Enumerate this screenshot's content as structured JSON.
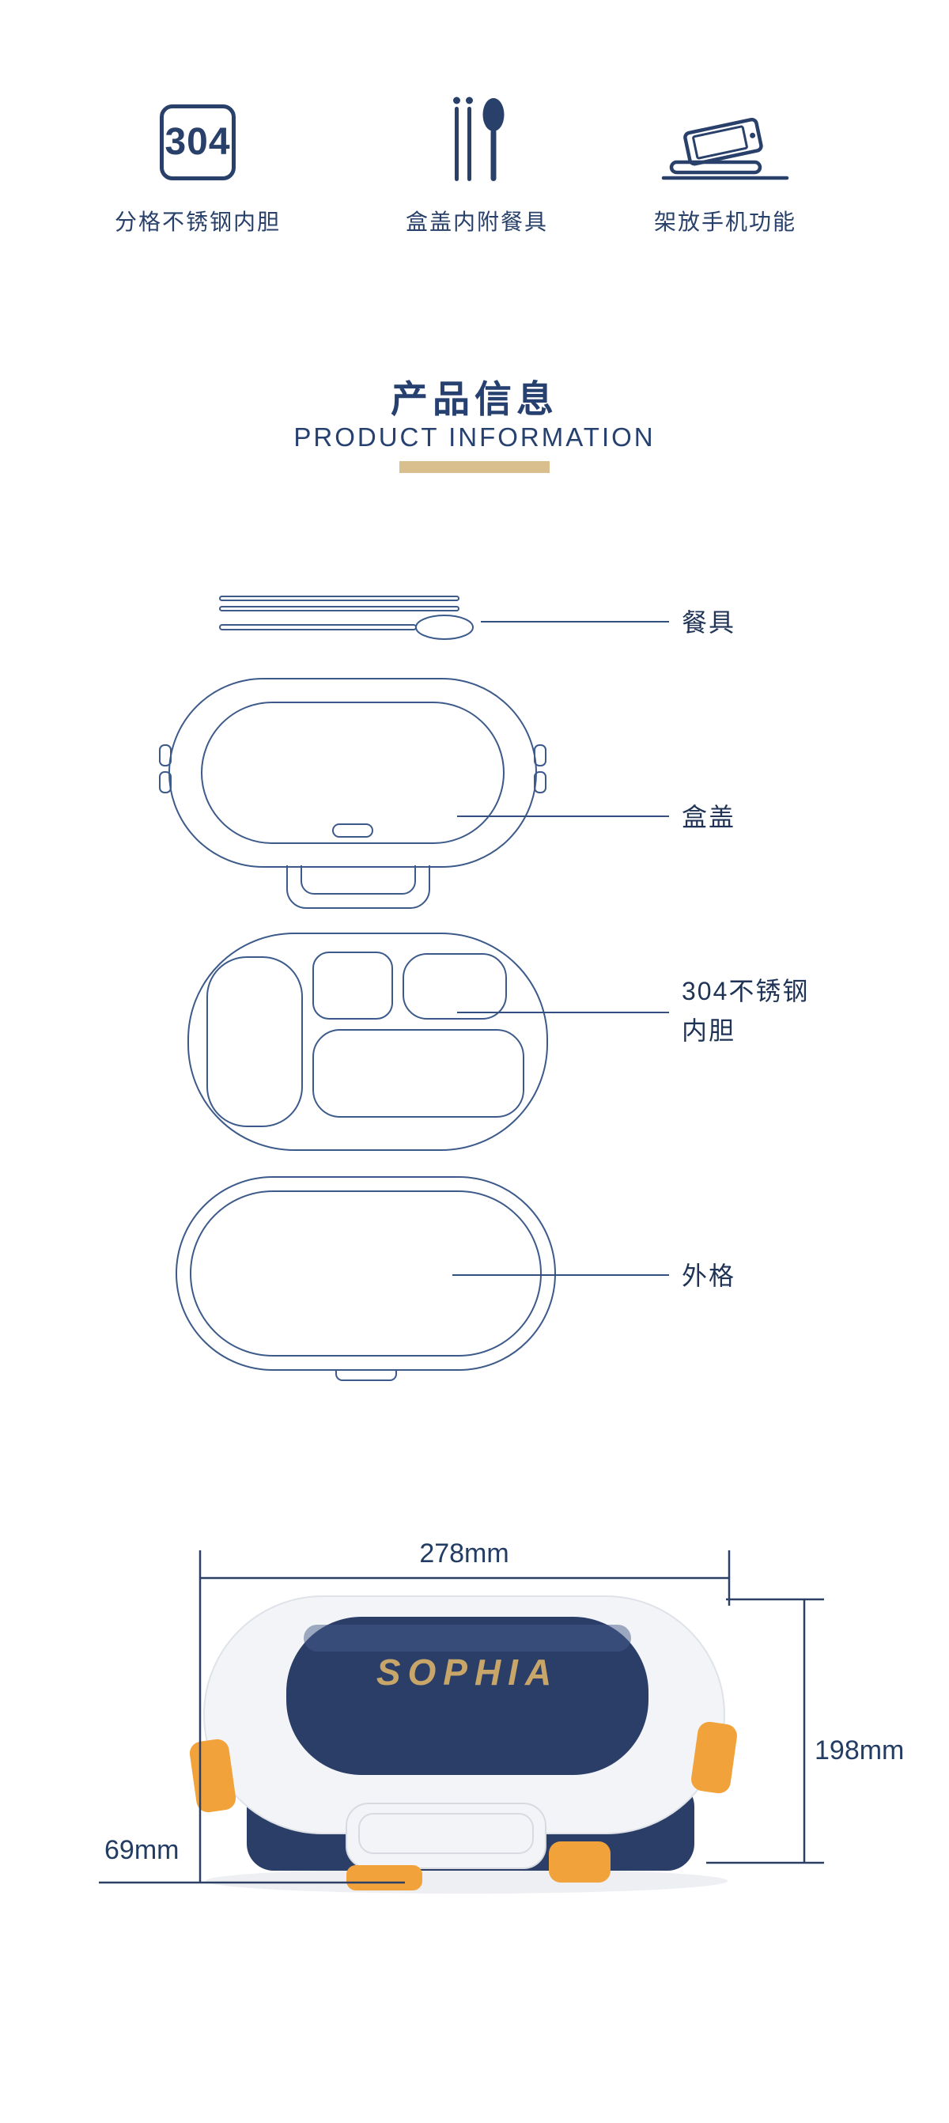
{
  "colors": {
    "navy_text": "#28406a",
    "line_art": "#3c5a8a",
    "gold_accent": "#d9bf8e",
    "product_navy": "#2b3e68",
    "product_orange": "#f1a23a",
    "logo_gold": "#c8a66a"
  },
  "features": {
    "items": [
      {
        "icon": "304-badge-icon",
        "badge_text": "304",
        "label": "分格不锈钢内胆"
      },
      {
        "icon": "cutlery-icon",
        "label": "盒盖内附餐具"
      },
      {
        "icon": "phone-stand-icon",
        "label": "架放手机功能"
      }
    ]
  },
  "section_title": {
    "zh": "产品信息",
    "en": "PRODUCT INFORMATION"
  },
  "exploded_view": {
    "parts": [
      {
        "id": "cutlery",
        "label": "餐具"
      },
      {
        "id": "lid",
        "label": "盒盖"
      },
      {
        "id": "steel-liner",
        "label_line1": "304不锈钢",
        "label_line2": "内胆"
      },
      {
        "id": "outer-shell",
        "label": "外格"
      }
    ]
  },
  "product": {
    "logo": "SOPHIA"
  },
  "dimensions": {
    "width": "278mm",
    "height": "198mm",
    "depth": "69mm"
  }
}
